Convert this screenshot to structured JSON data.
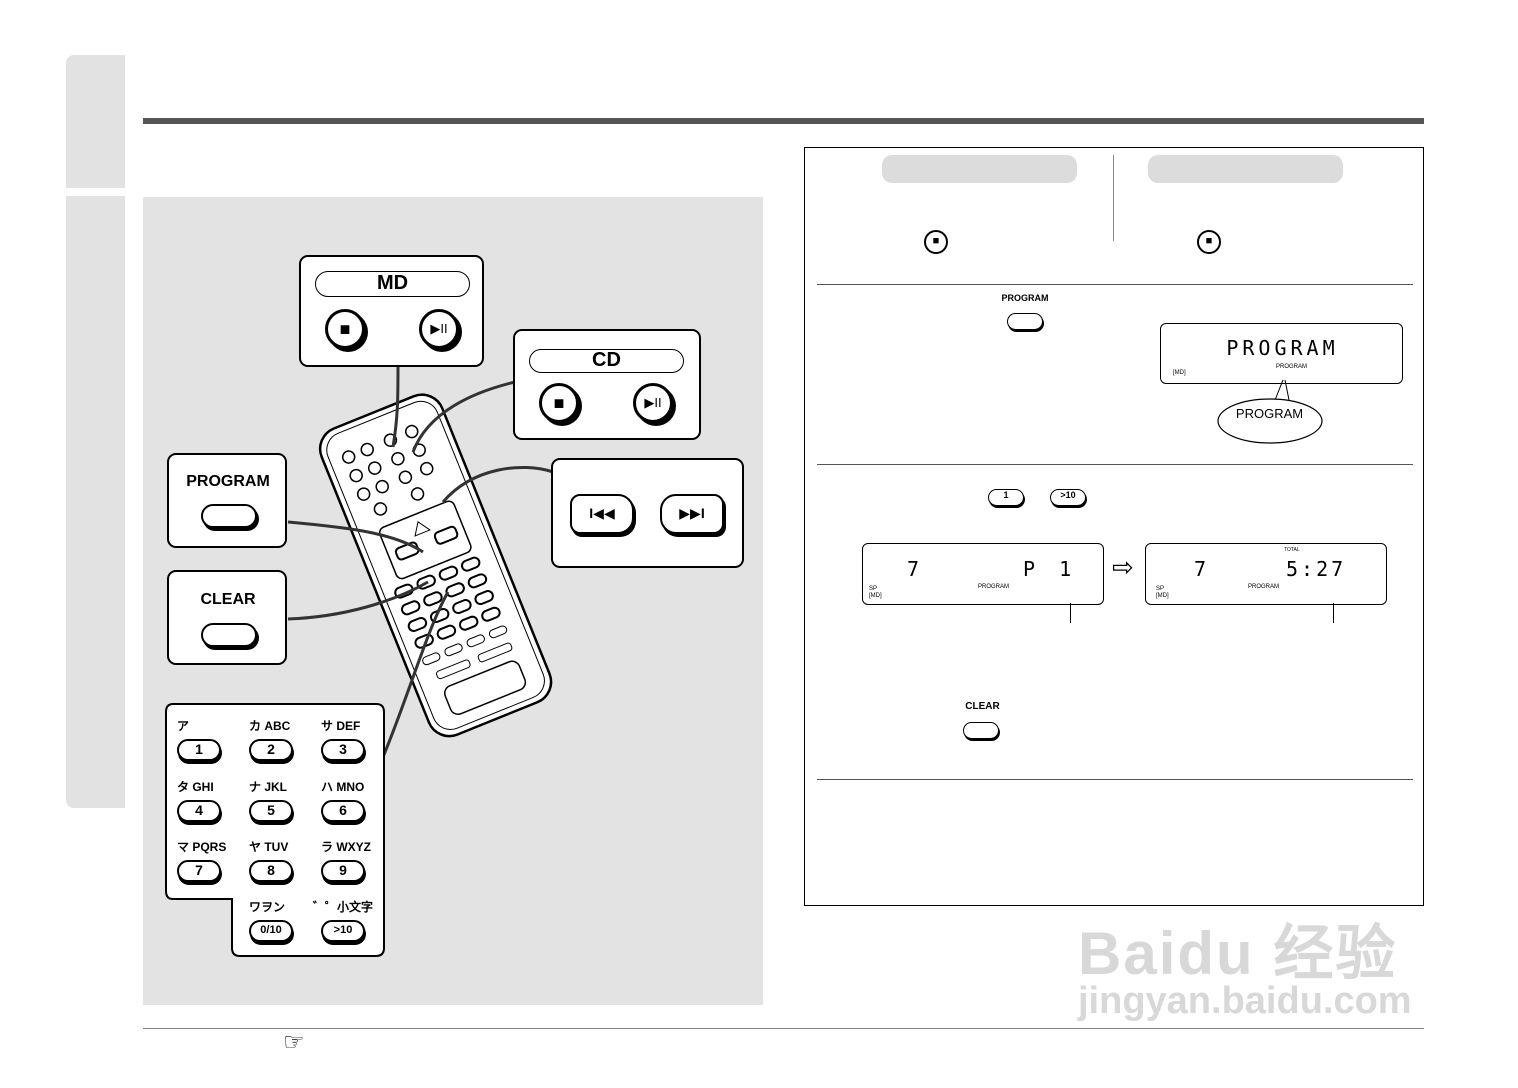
{
  "illustration": {
    "md_box": {
      "title": "MD"
    },
    "cd_box": {
      "title": "CD"
    },
    "program_box": {
      "label": "PROGRAM"
    },
    "clear_box": {
      "label": "CLEAR"
    },
    "stop_symbol": "■",
    "play_pause_symbol": "▶II",
    "skip_back_symbol": "I◀◀",
    "skip_fwd_symbol": "▶▶I",
    "keypad": [
      {
        "label": "ア",
        "key": "1"
      },
      {
        "label": "カ ABC",
        "key": "2"
      },
      {
        "label": "サ DEF",
        "key": "3"
      },
      {
        "label": "タ GHI",
        "key": "4"
      },
      {
        "label": "ナ JKL",
        "key": "5"
      },
      {
        "label": "ハ MNO",
        "key": "6"
      },
      {
        "label": "マ PQRS",
        "key": "7"
      },
      {
        "label": "ヤ TUV",
        "key": "8"
      },
      {
        "label": "ラ WXYZ",
        "key": "9"
      },
      {
        "label": "ワヲン",
        "key": "0/10"
      },
      {
        "label": "゛゜小文字",
        "key": ">10"
      }
    ]
  },
  "instructions": {
    "step1_stop_symbol": "■",
    "step2_button_label": "PROGRAM",
    "step2_display_text": "PROGRAM",
    "step2_display_md": "[MD]",
    "step2_display_indicator": "PROGRAM",
    "step2_callout": "PROGRAM",
    "step3_key_a": "1",
    "step3_key_b": ">10",
    "display_left": {
      "track": "7",
      "prog": "P  1",
      "sp": "SP",
      "md": "[MD]",
      "indicator": "PROGRAM"
    },
    "arrow_symbol": "⇨",
    "display_right": {
      "track": "7",
      "time": "5:27",
      "total": "TOTAL",
      "sp": "SP",
      "md": "[MD]",
      "indicator": "PROGRAM"
    },
    "clear_label": "CLEAR"
  },
  "footer": {
    "pointer_icon": "☞"
  },
  "watermark": {
    "brand": "Baidu 经验",
    "url": "jingyan.baidu.com"
  }
}
